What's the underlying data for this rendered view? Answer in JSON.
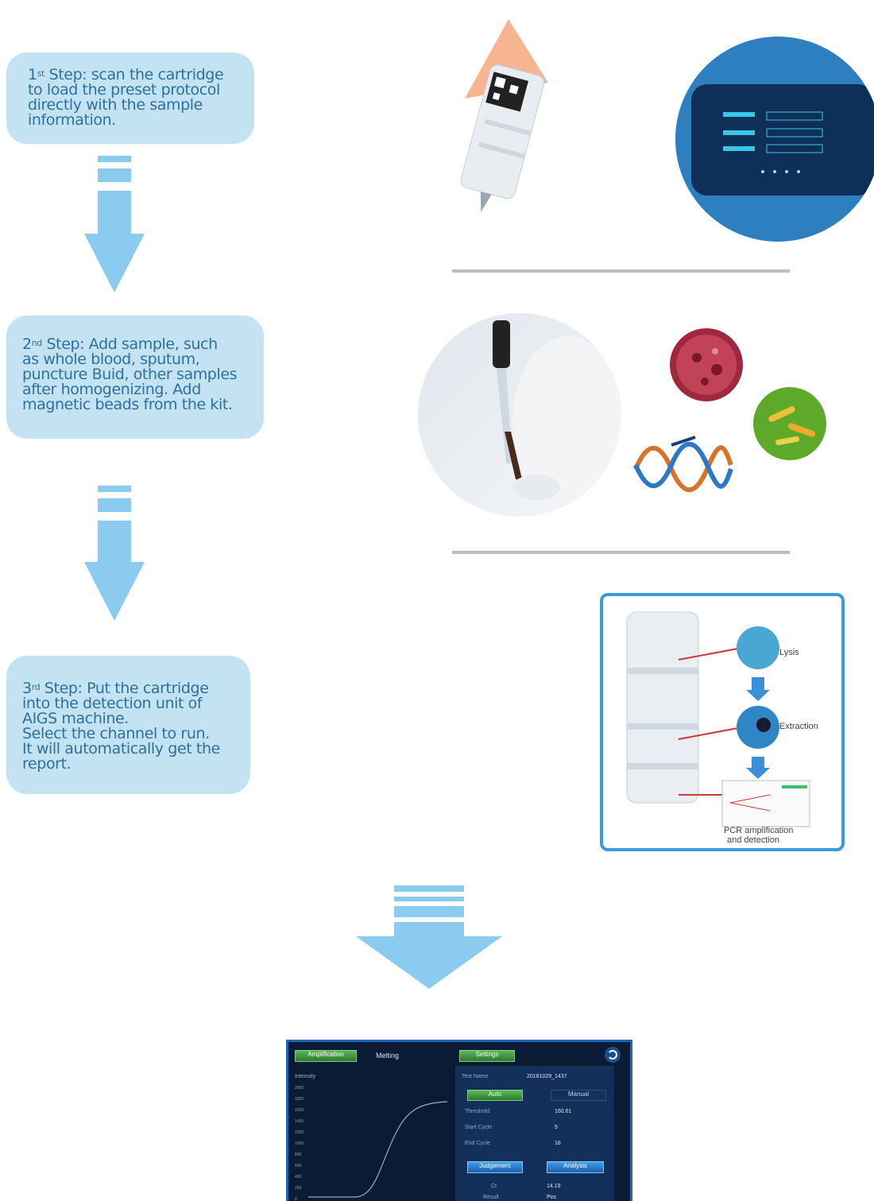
{
  "steps": [
    {
      "ordinal": "1",
      "suffix": "st",
      "lines": [
        "Step: scan the cartridge",
        "to load the preset protocol",
        "directly with the sample",
        "information."
      ]
    },
    {
      "ordinal": "2",
      "suffix": "nd",
      "lines": [
        "Step: Add sample, such",
        "as whole blood, sputum,",
        "puncture Buid, other samples",
        "after homogenizing. Add",
        "magnetic beads from the kit."
      ]
    },
    {
      "ordinal": "3",
      "suffix": "rd",
      "lines": [
        "Step: Put the cartridge",
        "into the detection unit of",
        "AIGS machine.",
        "Select the channel to run.",
        "It will automatically get the",
        "report."
      ]
    }
  ],
  "process_diagram": {
    "labels": [
      "Lysis",
      "Extraction",
      "PCR amplification",
      "and detection"
    ]
  },
  "screen": {
    "tabs": [
      "Amplification",
      "Melting",
      "Settings"
    ],
    "y_axis_title": "Intensity",
    "y_ticks": [
      "2000",
      "1800",
      "1600",
      "1400",
      "1200",
      "1000",
      "800",
      "600",
      "400",
      "200",
      "0"
    ],
    "test_name_label": "Test Name",
    "test_name_value": "20181029_1437",
    "auto_label": "Auto",
    "manual_label": "Manual",
    "rows": [
      {
        "label": "Threshold",
        "value": "160.61"
      },
      {
        "label": "Start Cycle",
        "value": "5"
      },
      {
        "label": "End Cycle",
        "value": "18"
      }
    ],
    "judgement_label": "Judgement",
    "analysis_label": "Analysis",
    "results": [
      {
        "label": "Ct",
        "value": "14.19"
      },
      {
        "label": "Result",
        "value": "Pos"
      }
    ]
  },
  "colors": {
    "step_box": "#c3e3f3",
    "step_text": "#2f6f9e",
    "arrow": "#8ccbf0",
    "frame": "#3b9bd8"
  }
}
